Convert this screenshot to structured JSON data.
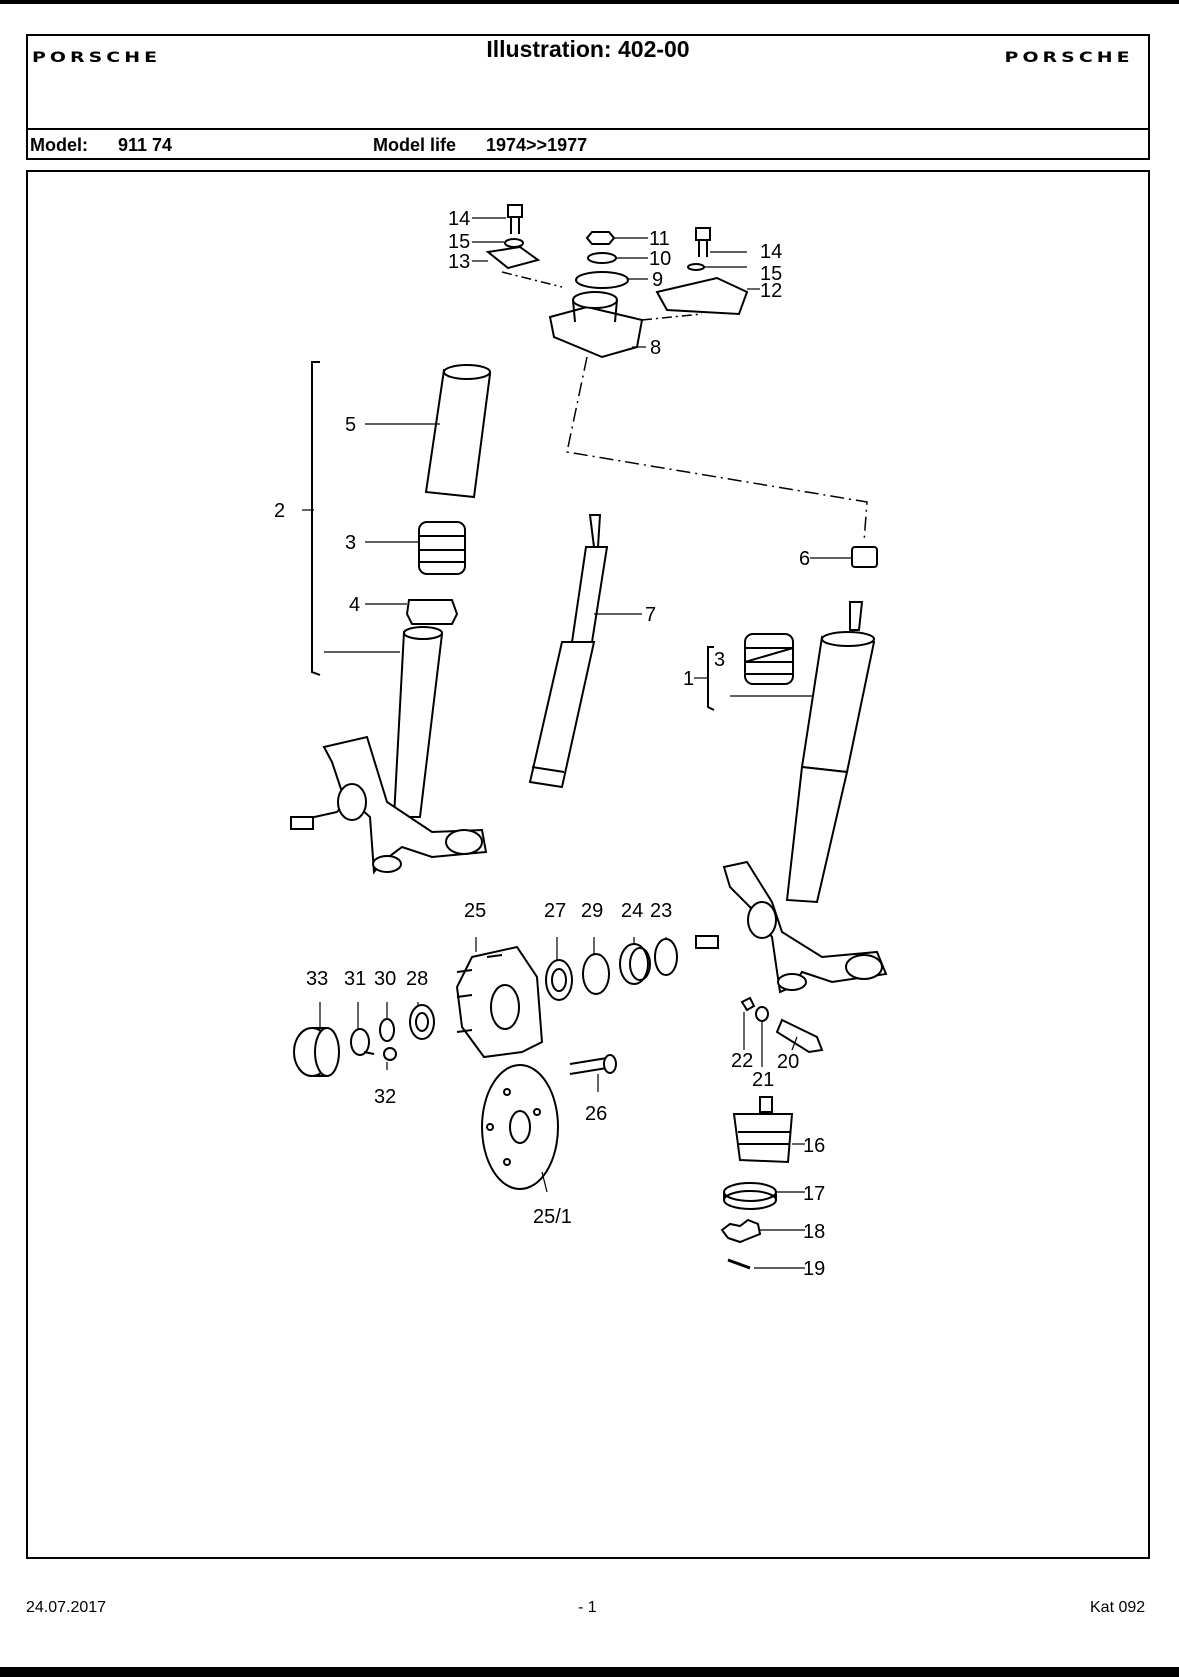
{
  "header": {
    "brand_left": "PORSCHE",
    "title": "Illustration: 402-00",
    "brand_right": "PORSCHE"
  },
  "model_row": {
    "model_label": "Model:",
    "model_value": "911 74",
    "life_label": "Model life",
    "life_value": "1974>>1977"
  },
  "diagram": {
    "callouts": [
      "14",
      "15",
      "13",
      "11",
      "10",
      "9",
      "14",
      "15",
      "12",
      "8",
      "5",
      "2",
      "3",
      "4",
      "7",
      "6",
      "3",
      "1",
      "25",
      "27",
      "29",
      "24",
      "23",
      "33",
      "31",
      "30",
      "28",
      "32",
      "26",
      "25/1",
      "22",
      "21",
      "20",
      "16",
      "17",
      "18",
      "19"
    ]
  },
  "footer": {
    "date": "24.07.2017",
    "page": "- 1",
    "catalog": "Kat 092"
  }
}
